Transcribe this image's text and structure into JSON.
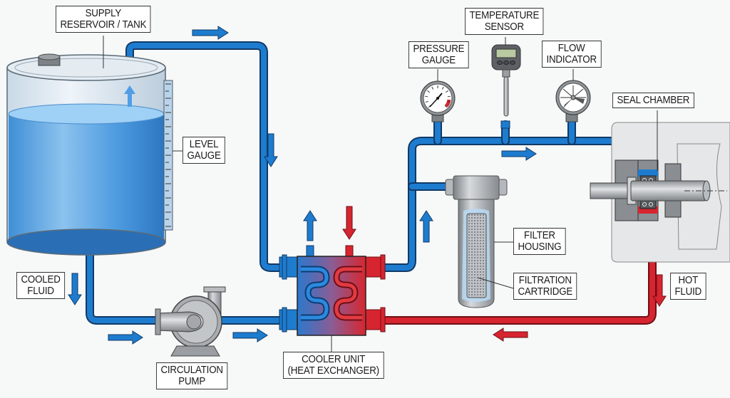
{
  "diagram": {
    "title": "Seal chamber cooling circulation loop",
    "colors": {
      "cool_pipe": "#1e7ccf",
      "hot_pipe": "#d62530",
      "pipe_outline": "#103a66",
      "metal": "#9a9ea2",
      "background": "#f7f8f8"
    },
    "labels": {
      "supply_tank": [
        "SUPPLY",
        "RESERVOIR / TANK"
      ],
      "level_gauge": [
        "LEVEL",
        "GAUGE"
      ],
      "cooled_fluid": [
        "COOLED",
        "FLUID"
      ],
      "circulation_pump": [
        "CIRCULATION",
        "PUMP"
      ],
      "cooler_unit": [
        "COOLER UNIT",
        "(HEAT EXCHANGER)"
      ],
      "pressure_gauge": [
        "PRESSURE",
        "GAUGE"
      ],
      "temperature_sensor": [
        "TEMPERATURE",
        "SENSOR"
      ],
      "flow_indicator": [
        "FLOW",
        "INDICATOR"
      ],
      "seal_chamber": [
        "SEAL CHAMBER"
      ],
      "filter_housing": [
        "FILTER",
        "HOUSING"
      ],
      "filtration_cartridge": [
        "FILTRATION",
        "CARTRIDGE"
      ],
      "hot_fluid": [
        "HOT",
        "FLUID"
      ]
    },
    "components": [
      {
        "id": "supply-tank",
        "name": "Supply Reservoir / Tank"
      },
      {
        "id": "level-gauge",
        "name": "Level Gauge"
      },
      {
        "id": "circulation-pump",
        "name": "Circulation Pump"
      },
      {
        "id": "cooler-unit",
        "name": "Cooler Unit (Heat Exchanger)"
      },
      {
        "id": "filter-housing",
        "name": "Filter Housing"
      },
      {
        "id": "filtration-cartridge",
        "name": "Filtration Cartridge"
      },
      {
        "id": "pressure-gauge",
        "name": "Pressure Gauge"
      },
      {
        "id": "temperature-sensor",
        "name": "Temperature Sensor"
      },
      {
        "id": "flow-indicator",
        "name": "Flow Indicator"
      },
      {
        "id": "seal-chamber",
        "name": "Seal Chamber"
      }
    ],
    "flow_arrows": [
      {
        "id": "top-right",
        "color": "cool"
      },
      {
        "id": "down-left",
        "color": "cool"
      },
      {
        "id": "cooled-down",
        "color": "cool"
      },
      {
        "id": "pump-in",
        "color": "cool"
      },
      {
        "id": "pump-out",
        "color": "cool"
      },
      {
        "id": "hx-up",
        "color": "cool"
      },
      {
        "id": "hx-down",
        "color": "hot"
      },
      {
        "id": "filter-up",
        "color": "cool"
      },
      {
        "id": "header-right",
        "color": "cool"
      },
      {
        "id": "hot-down",
        "color": "hot"
      },
      {
        "id": "return-left",
        "color": "hot"
      }
    ]
  }
}
